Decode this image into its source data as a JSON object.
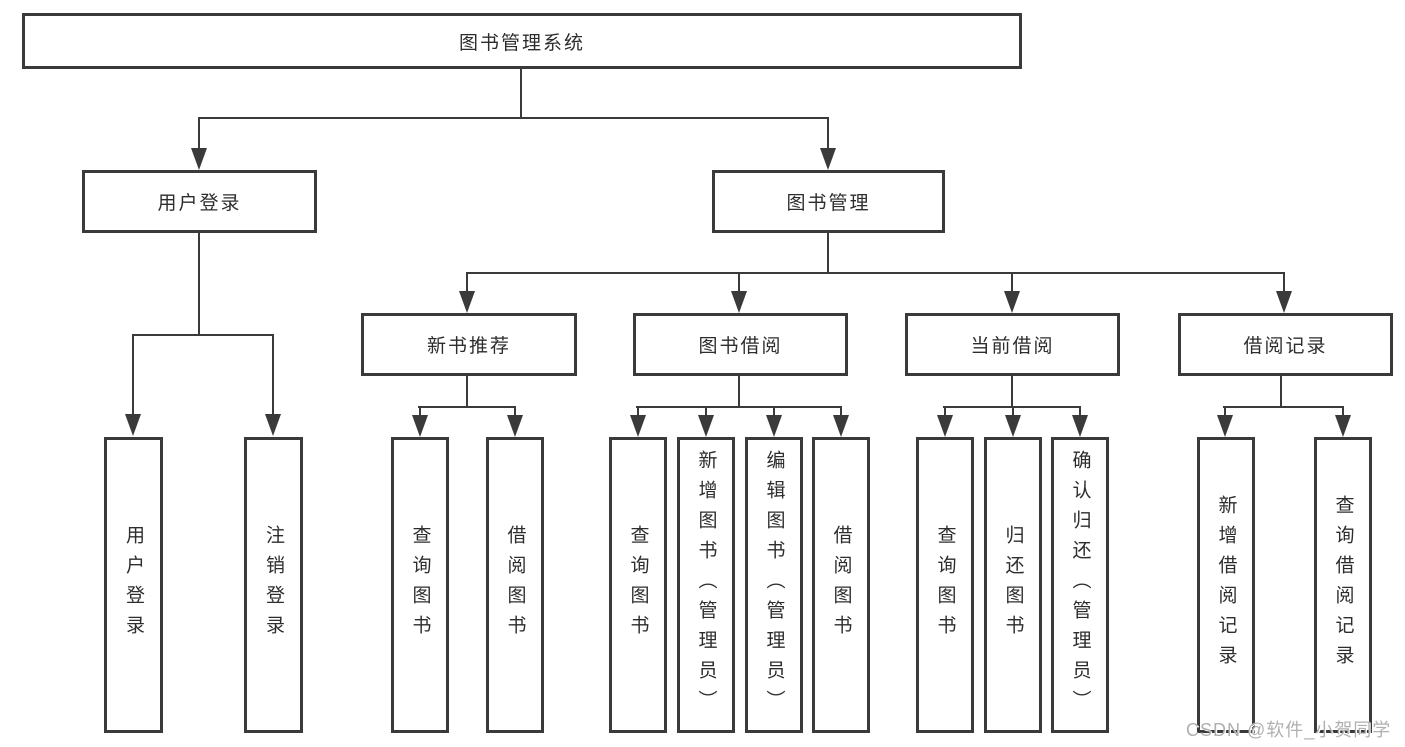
{
  "tree": {
    "label": "图书管理系统",
    "children": [
      {
        "label": "用户登录",
        "children": [
          {
            "label": "用户登录"
          },
          {
            "label": "注销登录"
          }
        ]
      },
      {
        "label": "图书管理",
        "children": [
          {
            "label": "新书推荐",
            "children": [
              {
                "label": "查询图书"
              },
              {
                "label": "借阅图书"
              }
            ]
          },
          {
            "label": "图书借阅",
            "children": [
              {
                "label": "查询图书"
              },
              {
                "label": "新增图书（管理员）"
              },
              {
                "label": "编辑图书（管理员）"
              },
              {
                "label": "借阅图书"
              }
            ]
          },
          {
            "label": "当前借阅",
            "children": [
              {
                "label": "查询图书"
              },
              {
                "label": "归还图书"
              },
              {
                "label": "确认归还（管理员）"
              }
            ]
          },
          {
            "label": "借阅记录",
            "children": [
              {
                "label": "新增借阅记录"
              },
              {
                "label": "查询借阅记录"
              }
            ]
          }
        ]
      }
    ]
  },
  "watermark": {
    "text": "CSDN @软件_小贺同学"
  },
  "colors": {
    "line": "#3a3a3a",
    "text": "#2d2d2d",
    "watermark": "#b0b0b0",
    "background": "#ffffff"
  }
}
